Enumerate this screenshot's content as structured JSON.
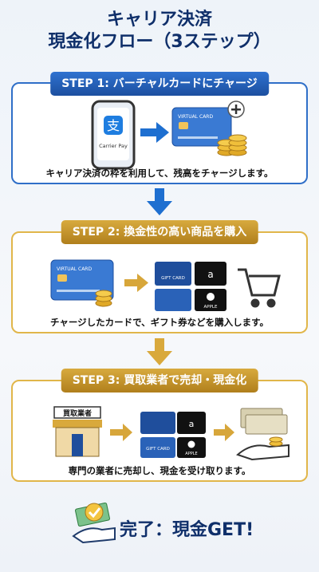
{
  "title": {
    "line1": "キャリア決済",
    "line2": "現金化フロー（3ステップ）"
  },
  "steps": [
    {
      "header": "STEP 1: バーチャルカードにチャージ",
      "description": "キャリア決済の枠を利用して、残高をチャージします。",
      "phone_label": "Carrier Pay",
      "card_label": "VIRTUAL CARD"
    },
    {
      "header": "STEP 2: 換金性の高い商品を購入",
      "description": "チャージしたカードで、ギフト券などを購入します。",
      "card_label": "VIRTUAL CARD",
      "gift_card_label": "GIFT CARD",
      "apple_label": "APPLE"
    },
    {
      "header": "STEP 3: 買取業者で売却・現金化",
      "description": "専門の業者に売却し、現金を受け取ります。",
      "shop_sign": "買取業者",
      "gift_card_label": "GIFT CARD",
      "apple_label": "APPLE"
    }
  ],
  "completion": {
    "text": "完了：現金GET!"
  },
  "colors": {
    "blue": "#2f6fc8",
    "gold": "#e1b64a",
    "navy": "#0f2f6a"
  }
}
